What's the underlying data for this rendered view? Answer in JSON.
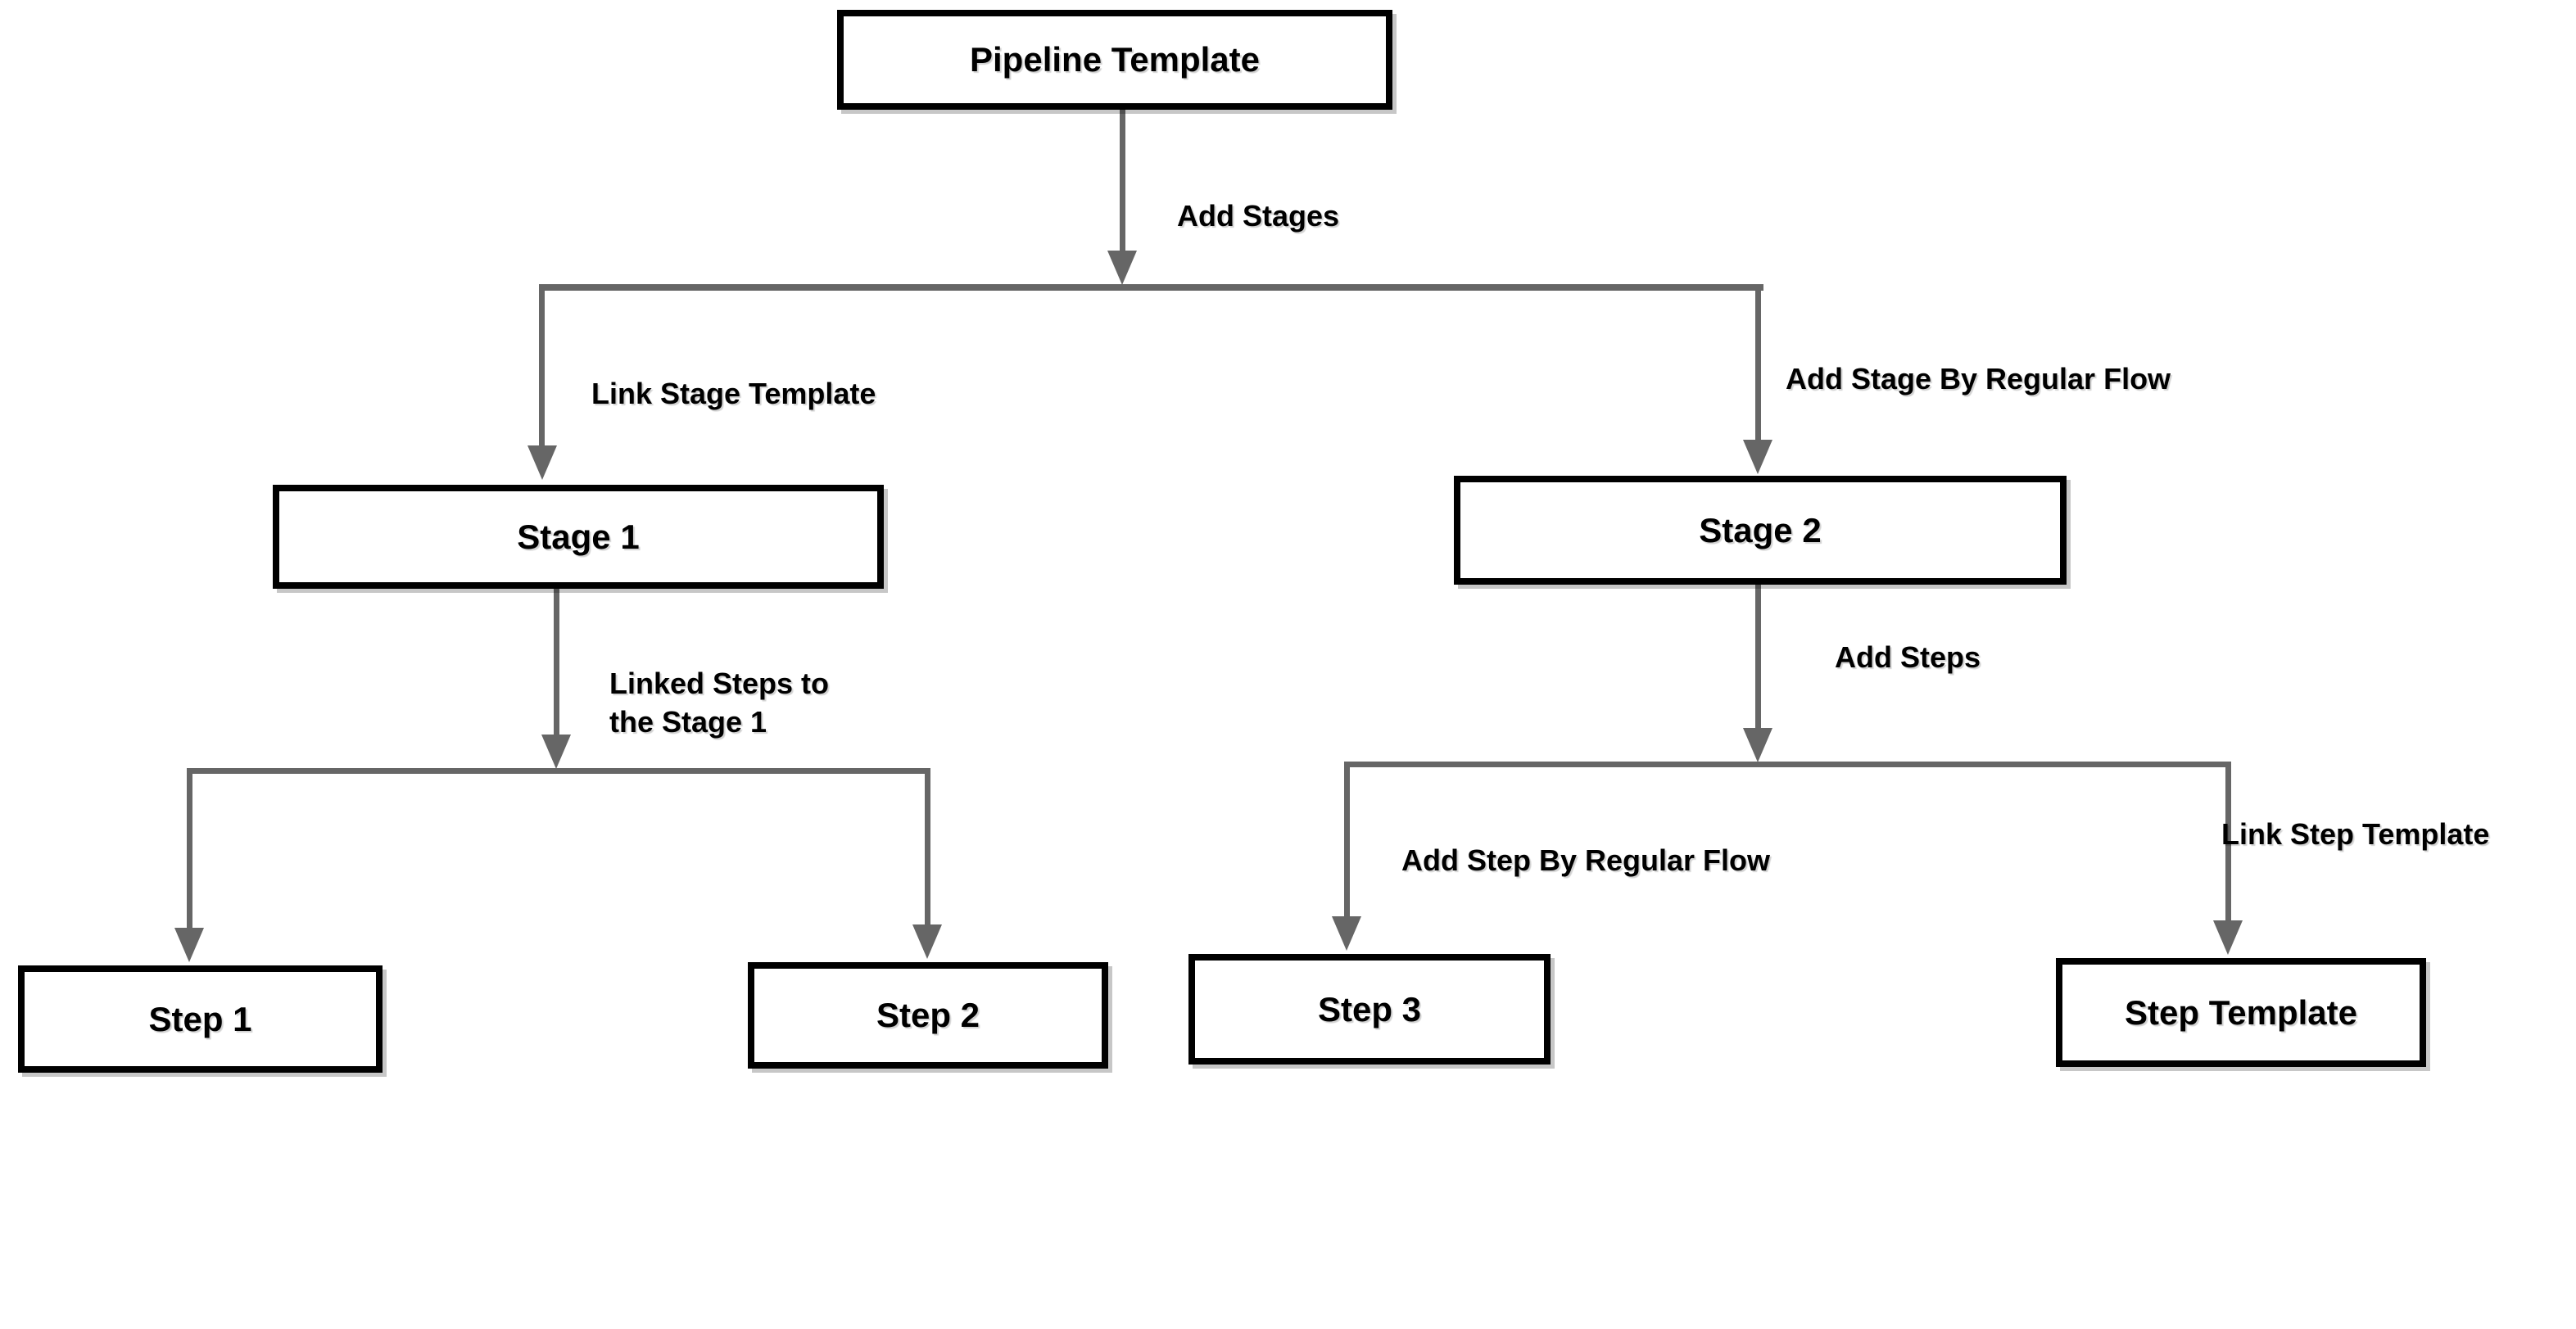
{
  "diagram": {
    "type": "flowchart",
    "background": "#ffffff",
    "nodes": {
      "pipeline_template": {
        "label": "Pipeline Template"
      },
      "stage_1": {
        "label": "Stage 1"
      },
      "stage_2": {
        "label": "Stage 2"
      },
      "step_1": {
        "label": "Step 1"
      },
      "step_2": {
        "label": "Step 2"
      },
      "step_3": {
        "label": "Step 3"
      },
      "step_template": {
        "label": "Step Template"
      }
    },
    "edges": [
      {
        "id": "add-stages",
        "from": "pipeline_template",
        "to": "stages-branch",
        "label": "Add Stages"
      },
      {
        "id": "link-stage-template",
        "from": "pipeline_template",
        "to": "stage_1",
        "label": "Link Stage Template"
      },
      {
        "id": "add-stage-by-regular-flow",
        "from": "pipeline_template",
        "to": "stage_2",
        "label": "Add Stage By Regular Flow"
      },
      {
        "id": "linked-steps-to-stage-1",
        "from": "stage_1",
        "to": "steps-branch-left",
        "label": "Linked Steps to\nthe Stage 1"
      },
      {
        "id": "add-steps",
        "from": "stage_2",
        "to": "steps-branch-right",
        "label": "Add Steps"
      },
      {
        "id": "add-step-by-regular-flow",
        "from": "stage_2",
        "to": "step_3",
        "label": "Add Step By Regular Flow"
      },
      {
        "id": "link-step-template",
        "from": "stage_2",
        "to": "step_template",
        "label": "Link Step Template"
      }
    ],
    "colors": {
      "node_border": "#000000",
      "node_fill": "#ffffff",
      "connector": "#666666",
      "label_text": "#000000"
    }
  }
}
